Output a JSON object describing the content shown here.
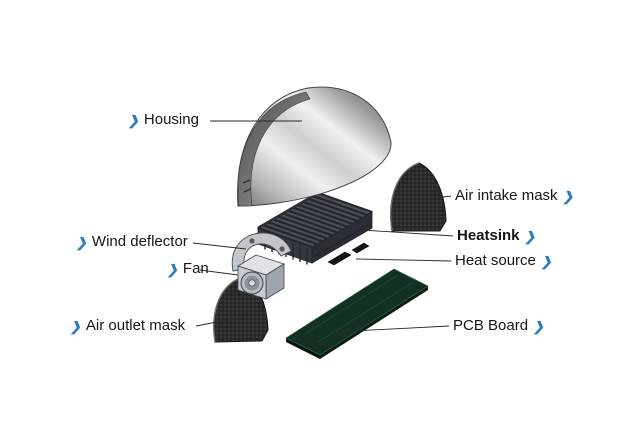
{
  "diagram": {
    "arrow_glyph": "❯",
    "labels": {
      "housing": "Housing",
      "air_intake_mask": "Air intake mask",
      "heatsink": "Heatsink",
      "heat_source": "Heat source",
      "pcb_board": "PCB Board",
      "wind_deflector": "Wind deflector",
      "fan": "Fan",
      "air_outlet_mask": "Air outlet mask"
    },
    "colors": {
      "accent_blue": "#2e7cc0",
      "label_text": "#151515",
      "leader_line": "#2a2a2a",
      "housing_silver": "#c8c8c8",
      "heatsink_gray": "#4a4f57",
      "mask_dark": "#2a2a2a",
      "pcb_green": "#143022",
      "fan_body": "#c7ccd1",
      "background": "#ffffff"
    }
  }
}
